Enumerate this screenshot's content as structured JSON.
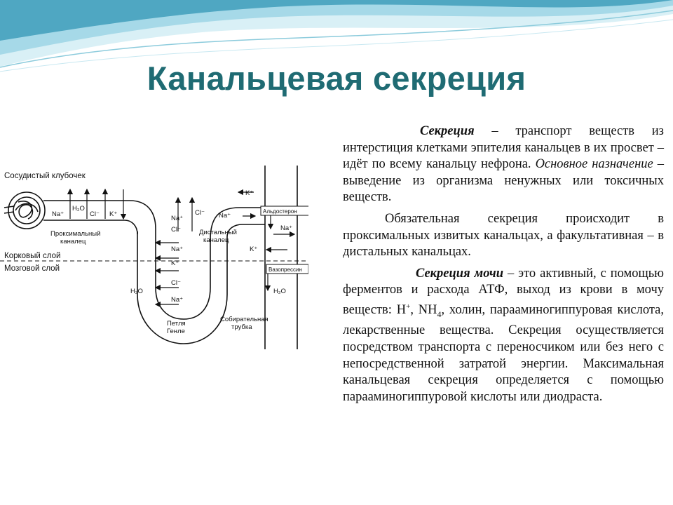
{
  "title": "Канальцевая секреция",
  "diagram": {
    "labels": {
      "glomerulus": "Сосудистый клубочек",
      "proximal_line1": "Проксимальный",
      "proximal_line2": "каналец",
      "cortex": "Корковый слой",
      "medulla": "Мозговой слой",
      "distal_line1": "Дистальный",
      "distal_line2": "каналец",
      "loop_line1": "Петля",
      "loop_line2": "Генле",
      "collecting_line1": "Собирательная",
      "collecting_line2": "трубка",
      "aldosterone": "Альдостерон",
      "vasopressin": "Вазопрессин"
    },
    "ions": {
      "na": "Na⁺",
      "k": "K⁺",
      "cl": "Cl⁻",
      "h2o": "H₂O"
    }
  },
  "paragraphs": {
    "p1": {
      "term": "Секреция",
      "text1": " – транспорт веществ из интерстиция клетками эпителия канальцев в их просвет – идёт по всему канальцу нефрона. ",
      "term2": "Основное назначение",
      "text2": " – выведение из организма ненужных или токсичных веществ."
    },
    "p2": "Обязательная секреция происходит в проксимальных извитых канальцах, а факультативная – в дистальных канальцах.",
    "p3": {
      "term": "Секреция мочи",
      "text1": " – это активный, с помощью ферментов и расхода АТФ, выход из крови в мочу веществ: H",
      "sup": "+",
      "text2": ", NH",
      "sub": "4",
      "text3": ", холин, парааминогиппуровая кислота, лекарственные вещества. Секреция осуществляется посредством транспорта с переносчиком или без него с непосредственной затратой энергии. Максимальная канальцевая секреция определяется с помощью парааминогиппуровой кислоты или диодраста."
    }
  },
  "colors": {
    "title": "#1f6b73",
    "wave_dark": "#4fa7c2",
    "wave_light": "#a6d9e8"
  }
}
